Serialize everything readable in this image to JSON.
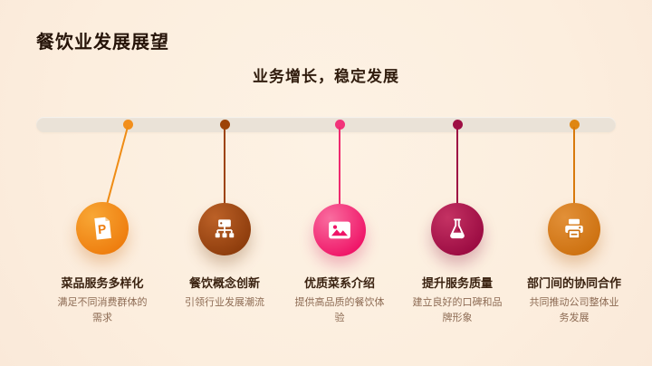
{
  "slide": {
    "title": "餐饮业发展展望",
    "subtitle": "业务增长，稳定发展",
    "background_color": "#fceede",
    "timeline_bar_color": "#eae2d7"
  },
  "timeline": {
    "items": [
      {
        "title": "菜品服务多样化",
        "description": "满足不同消费群体的需求",
        "icon": "document-p-icon",
        "accent_color": "#ee7d0e",
        "dot_color": "#f28f1c"
      },
      {
        "title": "餐饮概念创新",
        "description": "引领行业发展潮流",
        "icon": "sitemap-icon",
        "accent_color": "#8d3c0c",
        "dot_color": "#9d4307"
      },
      {
        "title": "优质菜系介绍",
        "description": "提供高品质的餐饮体验",
        "icon": "image-icon",
        "accent_color": "#ef1467",
        "dot_color": "#f2337a"
      },
      {
        "title": "提升服务质量",
        "description": "建立良好的口碑和品牌形象",
        "icon": "flask-icon",
        "accent_color": "#9b0b42",
        "dot_color": "#9e0f44"
      },
      {
        "title": "部门间的协同合作",
        "description": "共同推动公司整体业务发展",
        "icon": "printer-icon",
        "accent_color": "#cd7110",
        "dot_color": "#df8611"
      }
    ]
  }
}
